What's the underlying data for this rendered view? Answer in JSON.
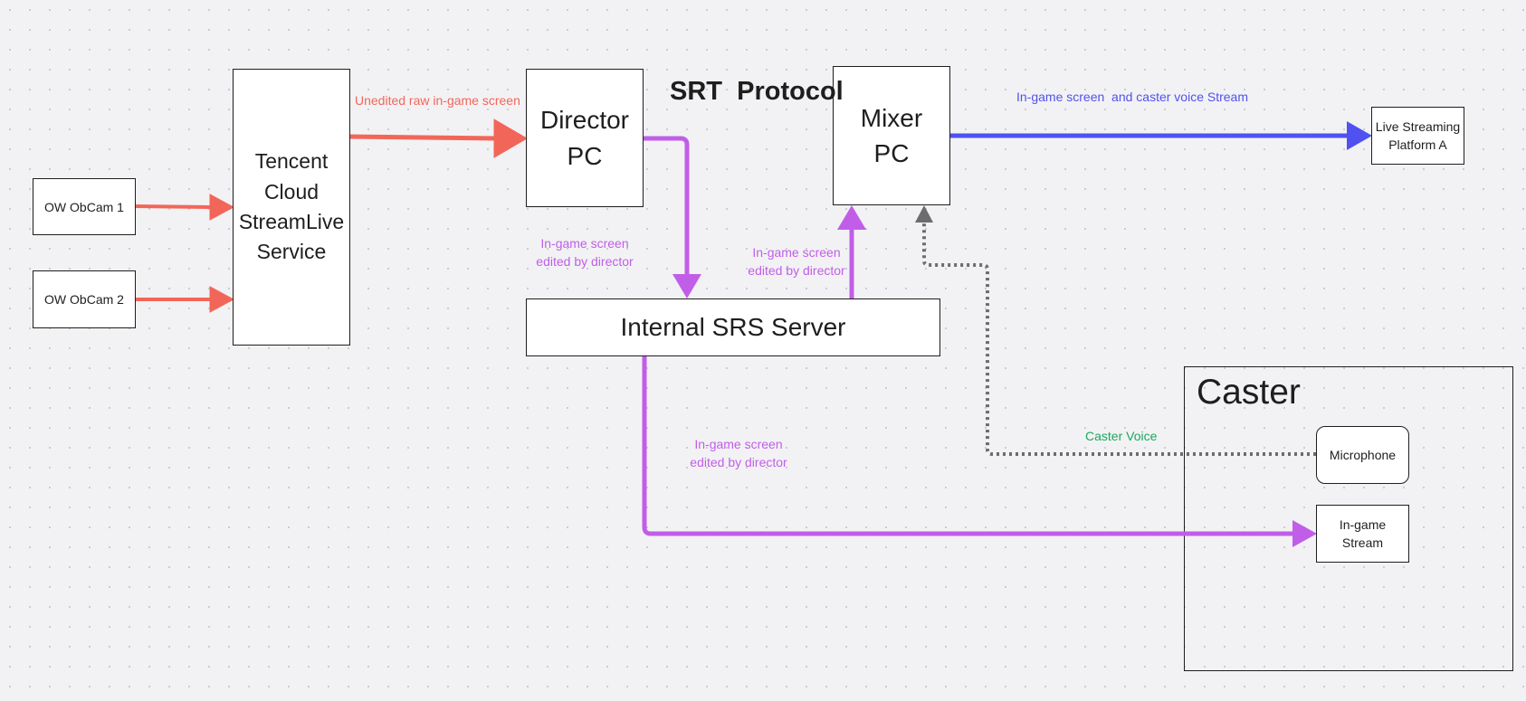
{
  "colors": {
    "red": "#f2665a",
    "purple": "#c15ee8",
    "blue": "#4f52ef",
    "gray": "#6c6c6c",
    "green": "#1aa85e"
  },
  "diagram": {
    "title": "SRT  Protocol",
    "nodes": {
      "cam1": "OW ObCam 1",
      "cam2": "OW ObCam 2",
      "tencent": "Tencent\nCloud\nStreamLive\nService",
      "director": "Director\nPC",
      "mixer": "Mixer\nPC",
      "srs": "Internal SRS Server",
      "platform": "Live Streaming\nPlatform A",
      "microphone": "Microphone",
      "ingame_stream": "In-game\nStream"
    },
    "groups": {
      "caster": "Caster"
    },
    "edge_labels": {
      "raw": "Unedited raw in-game screen",
      "director_to_srs": "In-game screen\nedited by director",
      "srs_to_mixer": "In-game screen\nedited by director",
      "srs_to_caster": "In-game screen\nedited by director",
      "mixer_to_platform": "In-game screen  and caster voice Stream",
      "caster_voice": "Caster Voice"
    }
  }
}
